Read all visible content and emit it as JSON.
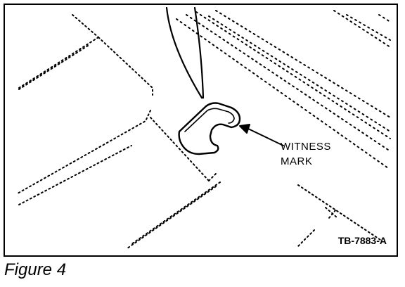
{
  "callout": {
    "line1": "WITNESS",
    "line2": "MARK"
  },
  "part_number": "TB-7883-A",
  "caption": "Figure 4",
  "colors": {
    "ink": "#000000",
    "paper": "#ffffff"
  }
}
